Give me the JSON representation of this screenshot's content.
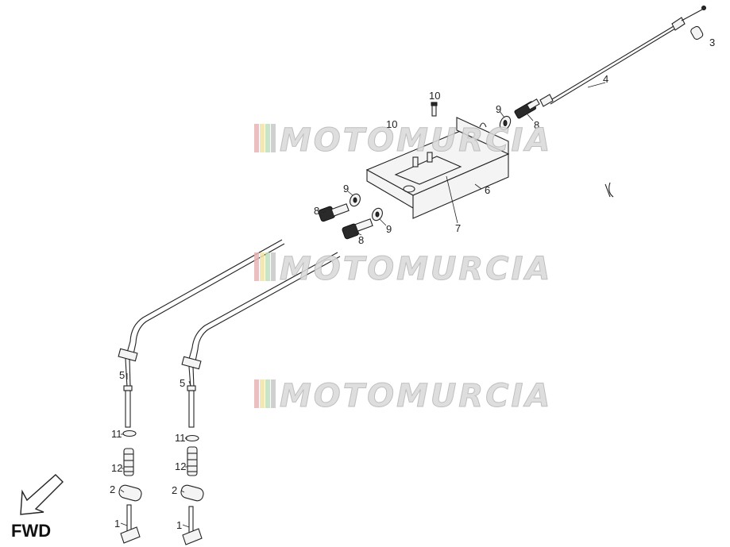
{
  "watermark": {
    "text": "MOTOMURCIA",
    "stripe_colors": [
      "#e8b4b4",
      "#f2e3a8",
      "#bfe0bf",
      "#c8c8c8"
    ]
  },
  "direction_label": "FWD",
  "callouts": {
    "c1a": "1",
    "c1b": "1",
    "c2a": "2",
    "c2b": "2",
    "c3": "3",
    "c4": "4",
    "c5a": "5",
    "c5b": "5",
    "c6": "6",
    "c7": "7",
    "c8a": "8",
    "c8b": "8",
    "c8c": "8",
    "c9a": "9",
    "c9b": "9",
    "c9c": "9",
    "c10a": "10",
    "c10b": "10",
    "c11a": "11",
    "c11b": "11",
    "c12a": "12",
    "c12b": "12"
  },
  "icons": {
    "fwd_arrow": "fwd-arrow-icon"
  }
}
